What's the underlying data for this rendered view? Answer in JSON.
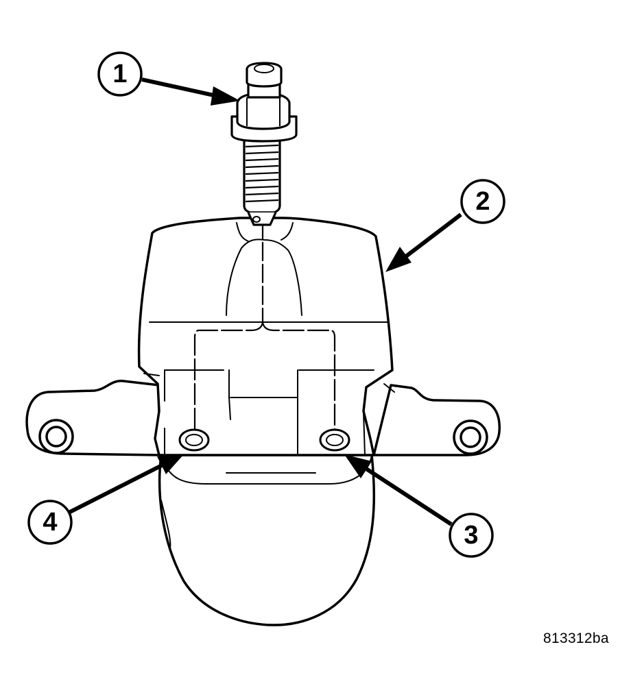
{
  "callouts": [
    {
      "number": "1",
      "part": "bleeder-screw"
    },
    {
      "number": "2",
      "part": "caliper-housing"
    },
    {
      "number": "3",
      "part": "inner-passage-port"
    },
    {
      "number": "4",
      "part": "outer-passage-port"
    }
  ],
  "figure_id": "813312ba",
  "colors": {
    "line": "#000000",
    "background": "#ffffff"
  }
}
